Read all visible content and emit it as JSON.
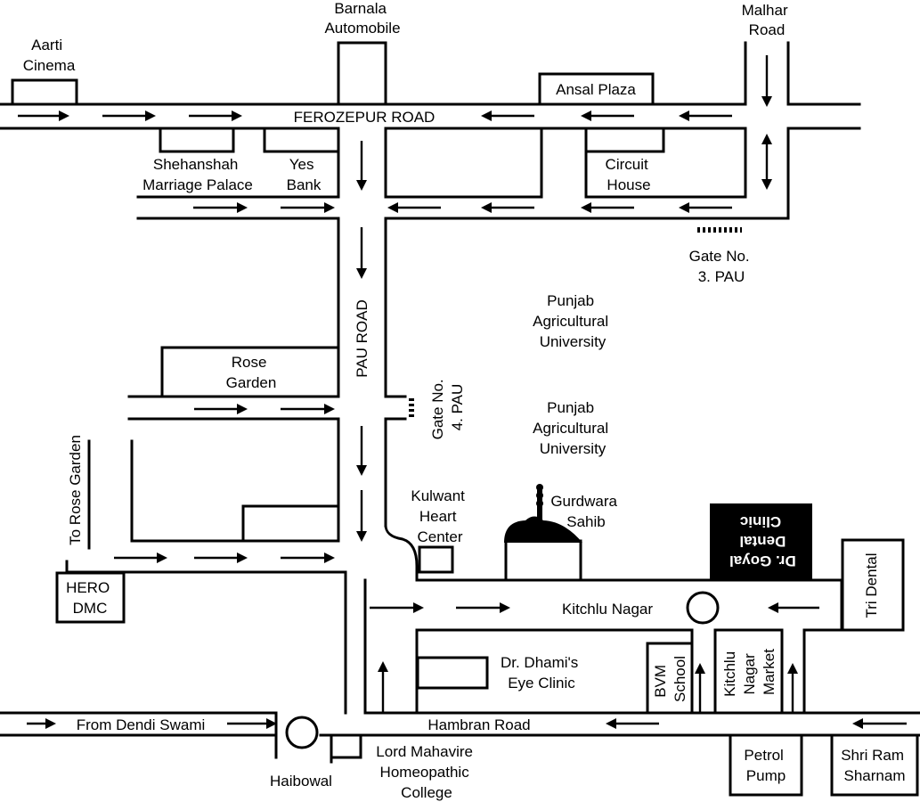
{
  "labels": {
    "barnala_automobile": [
      "Barnala",
      "Automobile"
    ],
    "malhar_road": [
      "Malhar",
      "Road"
    ],
    "aarti_cinema": [
      "Aarti",
      "Cinema"
    ],
    "ansal_plaza": "Ansal Plaza",
    "ferozepur_road": "FEROZEPUR ROAD",
    "shehanshah": [
      "Shehanshah",
      "Marriage Palace"
    ],
    "yes_bank": [
      "Yes",
      "Bank"
    ],
    "circuit_house": [
      "Circuit",
      "House"
    ],
    "gate3": [
      "Gate No.",
      "3. PAU"
    ],
    "pau1": [
      "Punjab",
      "Agricultural",
      "University"
    ],
    "pau2": [
      "Punjab",
      "Agricultural",
      "University"
    ],
    "pau_road": "PAU ROAD",
    "rose_garden": [
      "Rose",
      "Garden"
    ],
    "gate4": [
      "Gate No.",
      "4. PAU"
    ],
    "to_rose_garden": "To Rose Garden",
    "kulwant": [
      "Kulwant",
      "Heart",
      "Center"
    ],
    "gurdwara": [
      "Gurdwara",
      "Sahib"
    ],
    "goyal": [
      "Dr. Goyal",
      "Dental",
      "Clinic"
    ],
    "tri_dental": "Tri Dental",
    "hero_dmc": [
      "HERO",
      "DMC"
    ],
    "kitchlu_nagar": "Kitchlu Nagar",
    "dhami": [
      "Dr. Dhami's",
      "Eye Clinic"
    ],
    "bvm": [
      "BVM",
      "School"
    ],
    "kitchlu_market": [
      "Kitchlu",
      "Nagar",
      "Market"
    ],
    "hambran_road": "Hambran Road",
    "dendi_swami": "From Dendi Swami",
    "haibowal": "Haibowal",
    "mahavire": [
      "Lord Mahavire",
      "Homeopathic",
      "College"
    ],
    "petrol_pump": [
      "Petrol",
      "Pump"
    ],
    "shri_ram": [
      "Shri Ram",
      "Sharnam"
    ]
  }
}
